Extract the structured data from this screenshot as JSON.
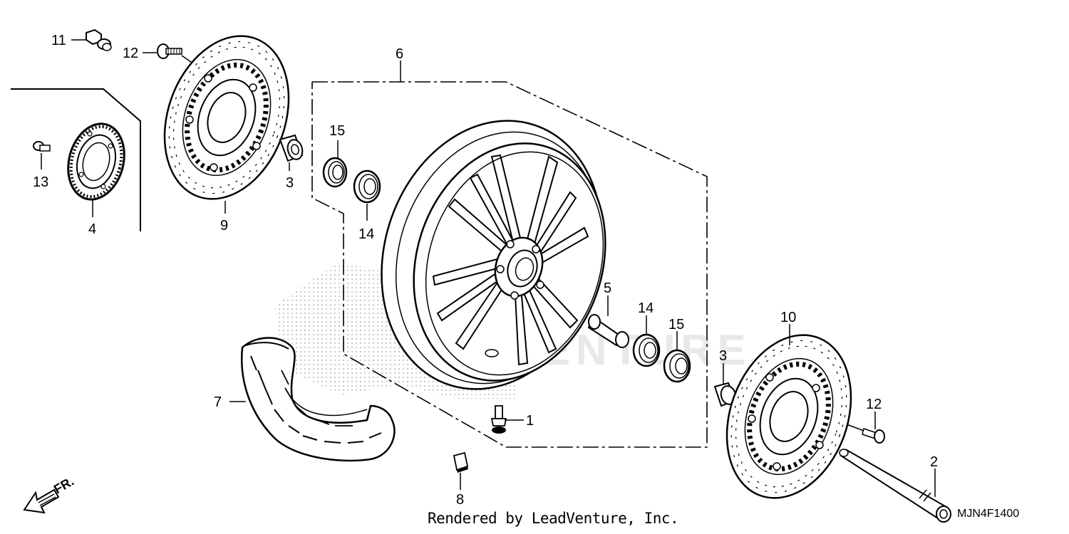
{
  "footer": {
    "rendered_by": "Rendered by LeadVenture, Inc."
  },
  "diagram_code": "MJN4F1400",
  "direction_label": "FR.",
  "watermark": "ENTURE",
  "colors": {
    "line": "#000000",
    "background": "#ffffff",
    "halftone": "#c8c8c8"
  },
  "parts": [
    {
      "id": "p1",
      "number": "1",
      "name": "valve-stem"
    },
    {
      "id": "p2",
      "number": "2",
      "name": "axle"
    },
    {
      "id": "p3a",
      "number": "3",
      "name": "side-collar-left"
    },
    {
      "id": "p3b",
      "number": "3",
      "name": "side-collar-right"
    },
    {
      "id": "p4",
      "number": "4",
      "name": "pulser-ring"
    },
    {
      "id": "p5",
      "number": "5",
      "name": "distance-collar"
    },
    {
      "id": "p6",
      "number": "6",
      "name": "wheel-assembly"
    },
    {
      "id": "p7",
      "number": "7",
      "name": "tire"
    },
    {
      "id": "p8",
      "number": "8",
      "name": "balance-weight"
    },
    {
      "id": "p9",
      "number": "9",
      "name": "brake-disc-left"
    },
    {
      "id": "p10",
      "number": "10",
      "name": "brake-disc-right"
    },
    {
      "id": "p11",
      "number": "11",
      "name": "flange-bolt"
    },
    {
      "id": "p12a",
      "number": "12",
      "name": "disc-bolt-left"
    },
    {
      "id": "p12b",
      "number": "12",
      "name": "disc-bolt-right"
    },
    {
      "id": "p13",
      "number": "13",
      "name": "pulser-screw"
    },
    {
      "id": "p14a",
      "number": "14",
      "name": "bearing-left"
    },
    {
      "id": "p14b",
      "number": "14",
      "name": "bearing-right"
    },
    {
      "id": "p15a",
      "number": "15",
      "name": "dust-seal-left"
    },
    {
      "id": "p15b",
      "number": "15",
      "name": "dust-seal-right"
    }
  ]
}
